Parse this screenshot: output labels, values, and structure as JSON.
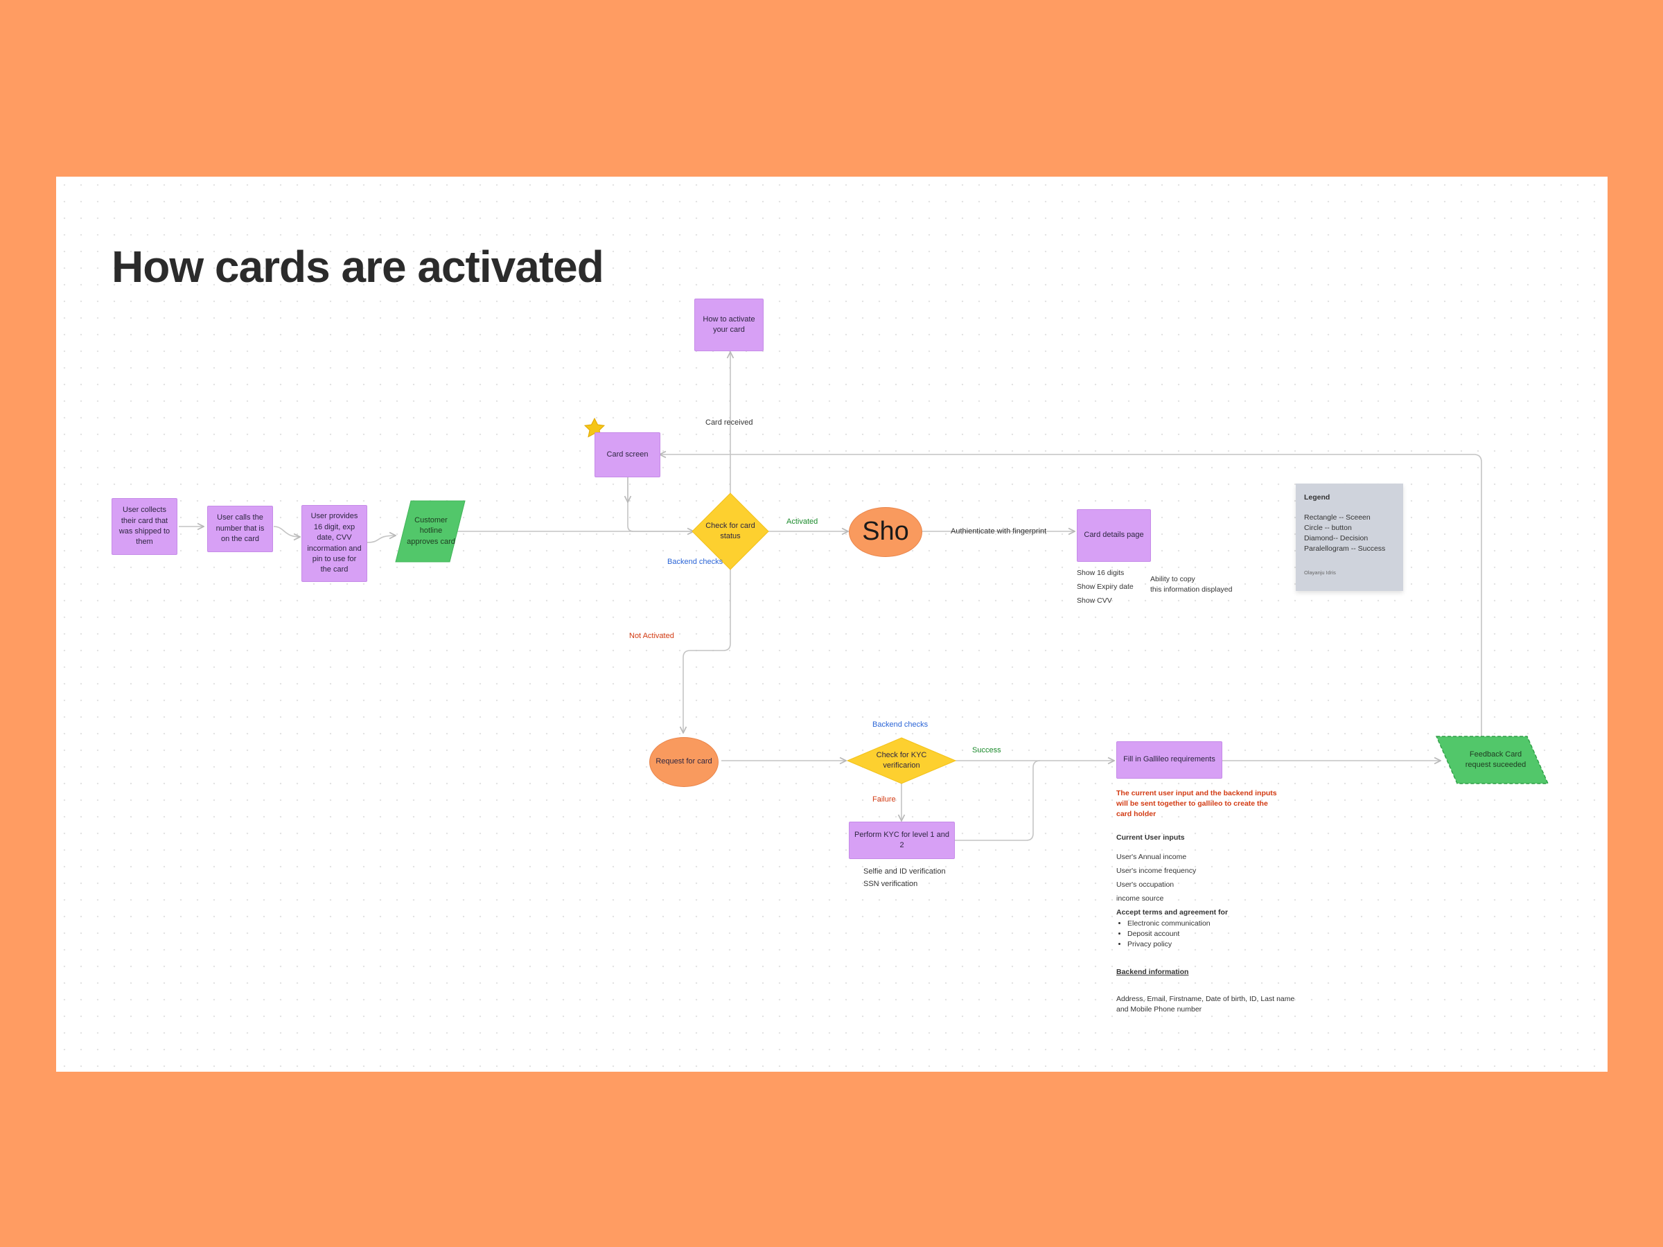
{
  "title": "How cards are activated",
  "nodes": {
    "user_collects": "User collects their card that was shipped to them",
    "user_calls": "User calls the number that is on the card",
    "user_provides": "User provides 16 digit, exp date, CVV incormation and pin to use for the card",
    "customer_hotline": "Customer hotline approves card",
    "card_screen": "Card screen",
    "how_to_activate": "How to activate your card",
    "check_status": "Check for card status",
    "sho": "Sho",
    "card_details": "Card details page",
    "request_card": "Request for card",
    "check_kyc": "Check for KYC verificarion",
    "perform_kyc": "Perform KYC for level 1 and 2",
    "fill_galileo": "Fill in Gallileo requirements",
    "feedback": "Feedback Card request suceeded"
  },
  "labels": {
    "card_received": "Card received",
    "activated": "Activated",
    "backend_checks_1": "Backend checks",
    "not_activated": "Not Activated",
    "authenticate": "Authienticate with fingerprint",
    "backend_checks_2": "Backend checks",
    "success": "Success",
    "failure": "Failure"
  },
  "notes": {
    "card_details_list": [
      "Show 16 digits",
      "Show Expiry date",
      "Show CVV"
    ],
    "ability_copy": [
      "Ability to copy",
      "this information displayed"
    ],
    "kyc_list": [
      "Selfie and ID verification",
      "SSN verification"
    ],
    "galileo_warning": [
      "The current user input and the backend inputs",
      "will be sent together to gallileo to create the",
      "card holder"
    ],
    "current_inputs_title": "Current User inputs",
    "current_inputs": [
      "User's Annual income",
      "User's income frequency",
      "User's occupation",
      "income source"
    ],
    "accept_title": "Accept terms and agreement for",
    "accept_items": [
      "Electronic communication",
      "Deposit account",
      "Privacy policy"
    ],
    "backend_info_title": "Backend  information",
    "backend_info": [
      "Address, Email, Firstname, Date of birth, ID, Last name",
      "and Mobile Phone number"
    ]
  },
  "legend": {
    "title": "Legend",
    "items": [
      "Rectangle --  Sceeen",
      "Circle -- button",
      "Diamond-- Decision",
      "Paralellogram -- Success"
    ],
    "author": "Olayanju Idris"
  },
  "colors": {
    "background": "#FF9C62",
    "rectangle": "#D7A0F5",
    "circle": "#F99A5E",
    "diamond": "#FDD02F",
    "parallelogram": "#52C76A",
    "connector": "#c4c4c4"
  }
}
